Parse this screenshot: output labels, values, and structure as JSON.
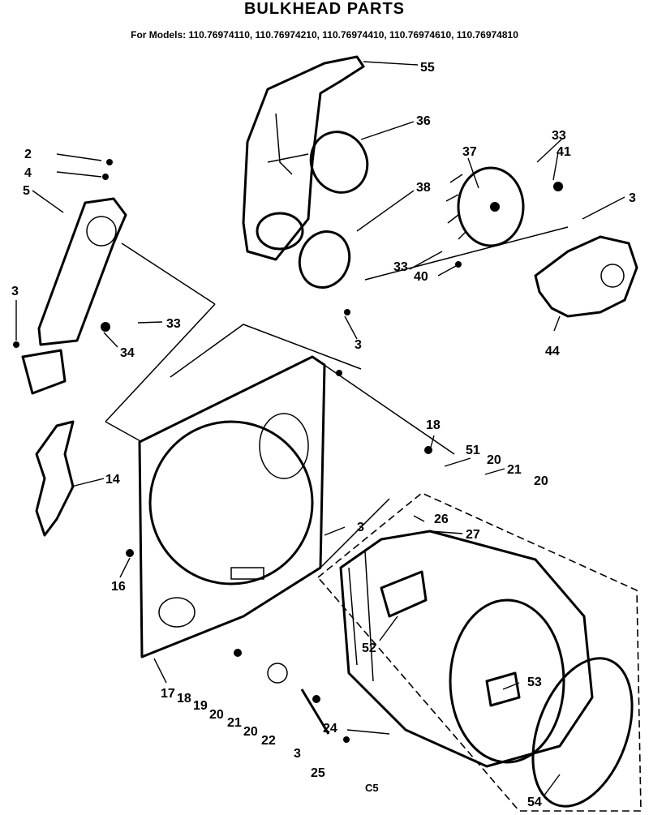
{
  "title": "BULKHEAD PARTS",
  "models_line": "For Models: 110.76974110, 110.76974210, 110.76974410, 110.76974610, 110.76974810",
  "footer_code": "C5",
  "callouts": [
    "55",
    "36",
    "33",
    "41",
    "37",
    "38",
    "3",
    "2",
    "4",
    "5",
    "3",
    "33",
    "40",
    "44",
    "33",
    "34",
    "3",
    "14",
    "18",
    "51",
    "20",
    "21",
    "20",
    "3",
    "26",
    "27",
    "16",
    "52",
    "53",
    "17",
    "18",
    "19",
    "20",
    "21",
    "20",
    "22",
    "24",
    "3",
    "25",
    "54"
  ]
}
